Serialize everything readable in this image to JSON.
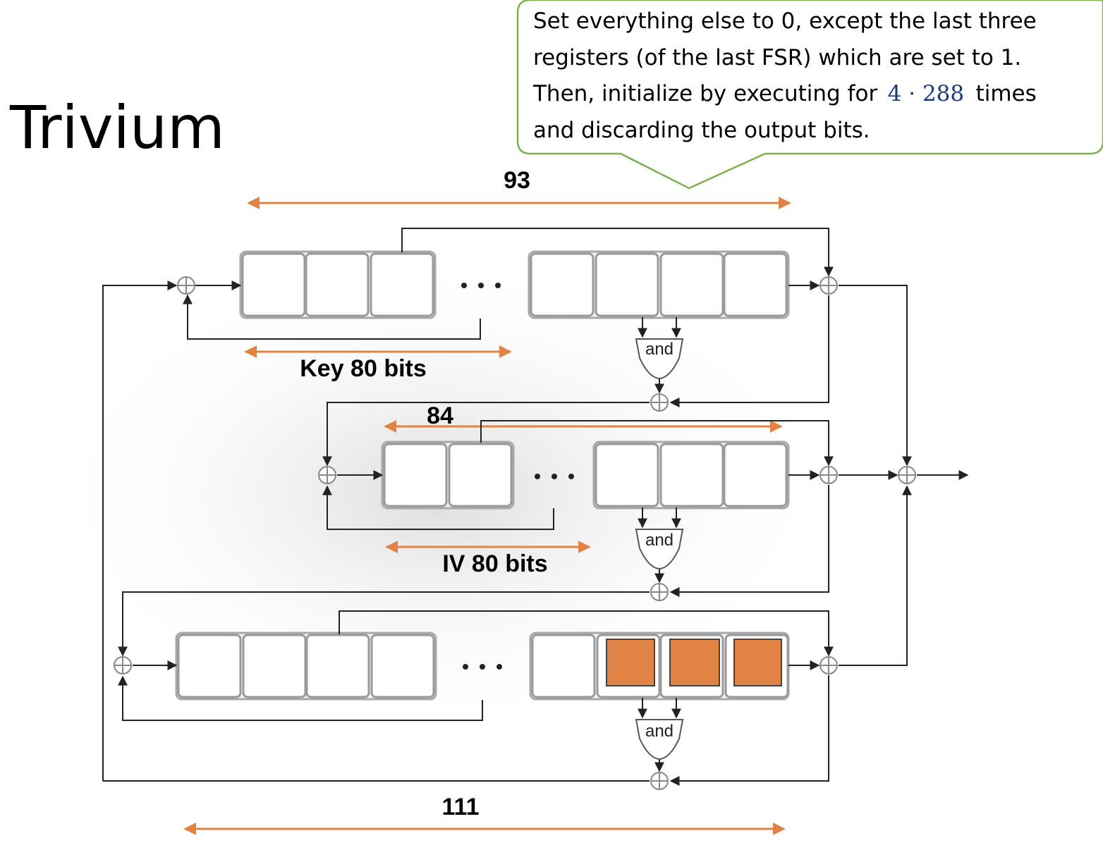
{
  "title": "Trivium",
  "callout": {
    "line1": "Set everything else to 0, except the last three",
    "line2": "registers (of the last FSR) which are set to 1.",
    "line3_prefix": "Then, initialize by executing for",
    "math": "4 · 288",
    "line3_suffix": "times",
    "line4": "and discarding the output bits."
  },
  "labels": {
    "reg1_length": "93",
    "key_span": "Key 80 bits",
    "reg2_length": "84",
    "iv_span": "IV 80 bits",
    "reg3_length": "111",
    "and_gate": "and"
  },
  "colors": {
    "accent": "#e08345",
    "callout_border": "#7fb04f"
  }
}
